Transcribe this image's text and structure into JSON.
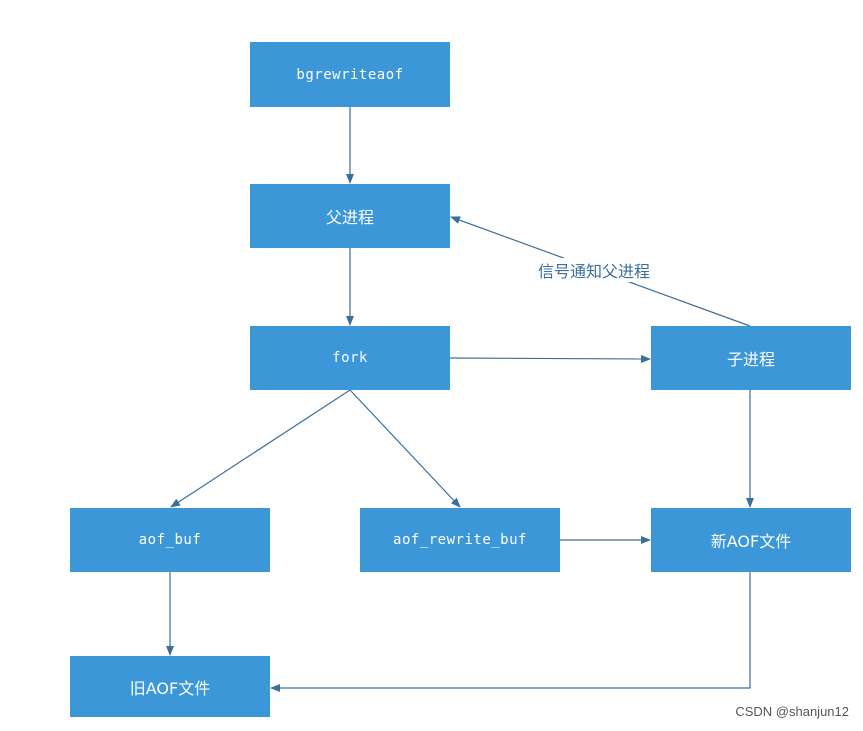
{
  "nodes": {
    "bgrewriteaof": "bgrewriteaof",
    "parent": "父进程",
    "fork": "fork",
    "child": "子进程",
    "aof_buf": "aof_buf",
    "aof_rewrite_buf": "aof_rewrite_buf",
    "new_aof": "新AOF文件",
    "old_aof": "旧AOF文件"
  },
  "edges": {
    "signal_label": "信号通知父进程"
  },
  "watermark": "CSDN @shanjun12",
  "colors": {
    "node_fill": "#3c97d8",
    "edge": "#3a6f9a",
    "node_text": "#ffffff"
  }
}
